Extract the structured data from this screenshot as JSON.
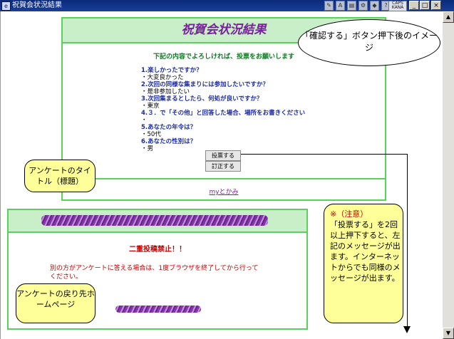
{
  "window": {
    "title": "祝賀会状況結果",
    "ime_label": "CAPS KANA"
  },
  "main_panel": {
    "title": "祝賀会状況結果",
    "intro": "下記の内容でよろしければ、投票をお願いします",
    "questions": [
      {
        "q": "1.楽しかったですか？",
        "a": "・大変良かった"
      },
      {
        "q": "2.次回の同様な集まりには参加したいですか？",
        "a": "・是非参加したい"
      },
      {
        "q": "3.次回集まるとしたら、何処が良いですか？",
        "a": "・東京"
      },
      {
        "q": "4.３．で「その他」と回答した場合、場所をお書きください",
        "a": "・"
      },
      {
        "q": "5.あなたの年令は？",
        "a": "・50代"
      },
      {
        "q": "6.あなたの性別は？",
        "a": "・男"
      }
    ],
    "vote_button": "投票する",
    "fix_button": "訂正する",
    "footer_link": "myとかみ"
  },
  "warning_panel": {
    "title": "二重投稿禁止！！",
    "message": "別の方がアンケートに答える場合は、1度ブラウザを終了してから行ってください。"
  },
  "callouts": {
    "confirm": "「確認する」ボタン押下後のイメージ",
    "survey_title": "アンケートのタイトル（標題）",
    "return_page": "アンケートの戻り先ホームページ",
    "note_head": "※（注意）",
    "note_body": "「投票する」を2回以上押下すると、左記のメッセージが出ます。インターネットからでも同様のメッセージが出ます。"
  },
  "colors": {
    "panel_border": "#5bd05b",
    "panel_header": "#c8efc8",
    "title_purple": "#7a1fa0",
    "warning_red": "#c40000",
    "bubble_yellow": "#ffff99"
  }
}
